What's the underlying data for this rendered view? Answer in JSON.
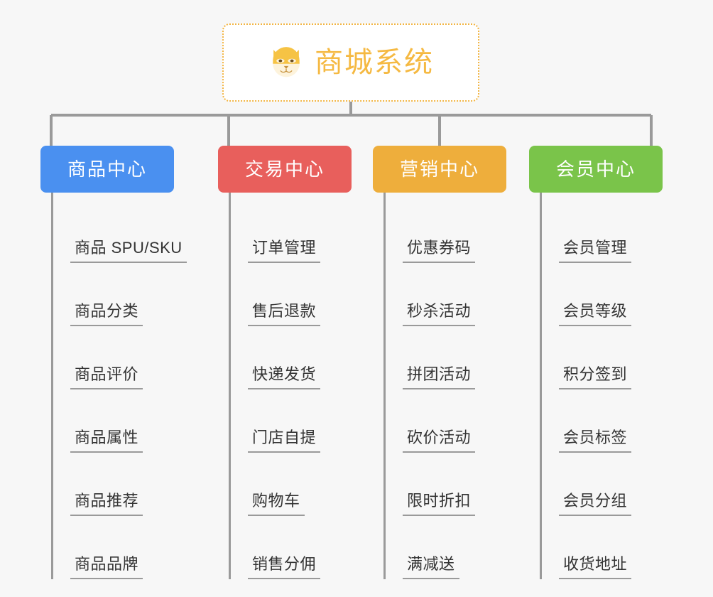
{
  "root": {
    "title": "商城系统",
    "icon": "shiba-dog-face-icon",
    "border_color": "#f2b544",
    "text_color": "#f5b942"
  },
  "connector_color": "#9a9a9a",
  "background_color": "#f7f7f7",
  "columns": [
    {
      "label": "商品中心",
      "color": "#4a90f0",
      "items": [
        "商品 SPU/SKU",
        "商品分类",
        "商品评价",
        "商品属性",
        "商品推荐",
        "商品品牌"
      ]
    },
    {
      "label": "交易中心",
      "color": "#e85f5c",
      "items": [
        "订单管理",
        "售后退款",
        "快递发货",
        "门店自提",
        "购物车",
        "销售分佣"
      ]
    },
    {
      "label": "营销中心",
      "color": "#eeae3c",
      "items": [
        "优惠券码",
        "秒杀活动",
        "拼团活动",
        "砍价活动",
        "限时折扣",
        "满减送"
      ]
    },
    {
      "label": "会员中心",
      "color": "#7ac44a",
      "items": [
        "会员管理",
        "会员等级",
        "积分签到",
        "会员标签",
        "会员分组",
        "收货地址"
      ]
    }
  ]
}
